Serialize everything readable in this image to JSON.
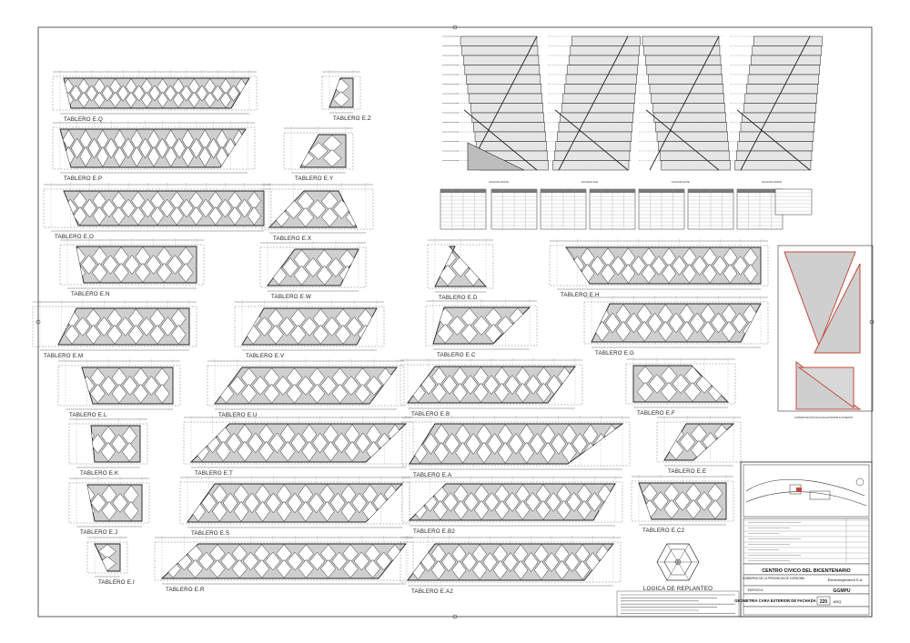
{
  "panels": [
    {
      "id": "E.Q",
      "label": "TABLERO  E.Q"
    },
    {
      "id": "E.Z",
      "label": "TABLERO  E.Z"
    },
    {
      "id": "E.P",
      "label": "TABLERO  E.P"
    },
    {
      "id": "E.Y",
      "label": "TABLERO  E.Y"
    },
    {
      "id": "E.O",
      "label": "TABLERO  E.O"
    },
    {
      "id": "E.X",
      "label": "TABLERO  E.X"
    },
    {
      "id": "E.N",
      "label": "TABLERO  E.N"
    },
    {
      "id": "E.W",
      "label": "TABLERO  E.W"
    },
    {
      "id": "E.D",
      "label": "TABLERO  E.D"
    },
    {
      "id": "E.H",
      "label": "TABLERO  E.H"
    },
    {
      "id": "E.M",
      "label": "TABLERO  E.M"
    },
    {
      "id": "E.V",
      "label": "TABLERO  E.V"
    },
    {
      "id": "E.C",
      "label": "TABLERO  E.C"
    },
    {
      "id": "E.G",
      "label": "TABLERO  E.G"
    },
    {
      "id": "E.L",
      "label": "TABLERO  E.L"
    },
    {
      "id": "E.U",
      "label": "TABLERO  E.U"
    },
    {
      "id": "E.B",
      "label": "TABLERO  E.B"
    },
    {
      "id": "E.F",
      "label": "TABLERO  E.F"
    },
    {
      "id": "E.K",
      "label": "TABLERO  E.K"
    },
    {
      "id": "E.T",
      "label": "TABLERO  E.T"
    },
    {
      "id": "E.A",
      "label": "TABLERO  E.A"
    },
    {
      "id": "E.E",
      "label": "TABLERO  E.E"
    },
    {
      "id": "E.J",
      "label": "TABLERO  E.J"
    },
    {
      "id": "E.S",
      "label": "TABLERO  E.S"
    },
    {
      "id": "E.B2",
      "label": "TABLERO  E.B2"
    },
    {
      "id": "E.C2",
      "label": "TABLERO  E.C2"
    },
    {
      "id": "E.I",
      "label": "TABLERO  E.I"
    },
    {
      "id": "E.R",
      "label": "TABLERO  E.R"
    },
    {
      "id": "E.A2",
      "label": "TABLERO  E.A2"
    }
  ],
  "elevations": [
    {
      "label": "FACHADA OESTE"
    },
    {
      "label": "FACHADA SUR"
    },
    {
      "label": "FACHADA ESTE"
    },
    {
      "label": "FACHADA NORTE"
    }
  ],
  "logic_label": "LOGICA DE REPLANTEO",
  "superposition_label": "SUPERPOSICION FACHADA EXTERIOR E INTERIOR",
  "title_block": {
    "project": "CENTRO CIVICO DEL BICENTENARIO",
    "client_line1": "GOBIERNO DE LA PROVINCIA DE CORDOBA",
    "firm": "GGMPU",
    "company": "Electroingeniería S.A.",
    "building": "EDIFICIO A",
    "drawing_title": "GEOMETRIA CARA EXTERIOR DE FACHADA",
    "sheet_no": "220",
    "sheet_code": "ARQ"
  },
  "colors": {
    "panel_fill": "#cfcfcf",
    "line": "#222222",
    "accent": "#c44a3a"
  }
}
